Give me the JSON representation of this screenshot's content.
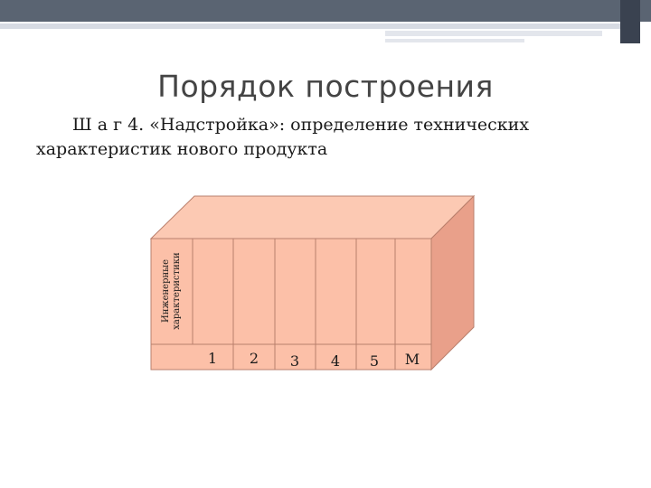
{
  "slide": {
    "title": "Порядок построения",
    "subtitle": "Ш а г 4. «Надстройка»: определение технических характеристик нового продукта"
  },
  "diagram": {
    "side_label_line1": "Инженерные",
    "side_label_line2": "характеристики",
    "columns": [
      "1",
      "2",
      "3",
      "4",
      "5",
      "М"
    ],
    "colors": {
      "front": "#fcc0a8",
      "top": "#fcc9b3",
      "side": "#e9a08a",
      "stroke": "#b97f6c"
    }
  }
}
